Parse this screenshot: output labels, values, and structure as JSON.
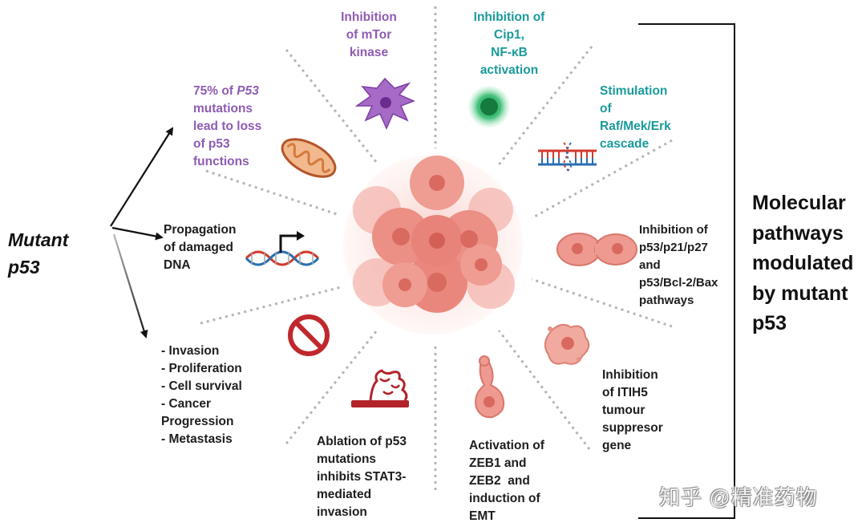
{
  "center_label": {
    "line1": "Mutant",
    "line2": "p53"
  },
  "right_title": {
    "line1": "Molecular",
    "line2": "pathways",
    "line3": "modulated",
    "line4": "by mutant",
    "line5": "p53"
  },
  "branches": {
    "loss_of_function": {
      "line1_pre": "75% of ",
      "line1_em": "P53",
      "line2": "mutations",
      "line3": "lead to loss",
      "line4": "of p53",
      "line5": "functions"
    },
    "propagation": {
      "line1": "Propagation",
      "line2": "of damaged",
      "line3": "DNA"
    },
    "effects": [
      "- Invasion",
      "- Proliferation",
      "- Cell survival",
      "- Cancer",
      "Progression",
      "- Metastasis"
    ]
  },
  "pathways": {
    "mtor": {
      "line1": "Inhibition",
      "line2": "of mTor",
      "line3": "kinase"
    },
    "cip1": {
      "line1": "Inhibition of",
      "line2": "Cip1,",
      "line3": "NF-κB",
      "line4": "activation"
    },
    "raf": {
      "line1": "Stimulation",
      "line2": "of",
      "line3": "Raf/Mek/Erk",
      "line4": "cascade"
    },
    "p21": {
      "line1": "Inhibition of",
      "line2": "p53/p21/p27",
      "line3": "and",
      "line4": "p53/Bcl-2/Bax",
      "line5": "pathways"
    },
    "itih5": {
      "line1": "Inhibition",
      "line2": "of ITIH5",
      "line3": "tumour",
      "line4": "suppresor",
      "line5": "gene"
    },
    "zeb": {
      "line1": "Activation of",
      "line2": "ZEB1 and",
      "line3": "ZEB2  and",
      "line4": "induction of",
      "line5": "EMT"
    },
    "stat3": {
      "line1": "Ablation of p53",
      "line2": "mutations",
      "line3": "inhibits STAT3-",
      "line4": "mediated",
      "line5": "invasion"
    }
  },
  "watermark": "知乎 @精准药物",
  "colors": {
    "purple": "#8e5bb3",
    "teal": "#1a9a9a",
    "tumor": "#e8837a",
    "dna_red": "#d33a2c",
    "dna_blue": "#2a6fb0",
    "no_sign": "#c0282d"
  }
}
